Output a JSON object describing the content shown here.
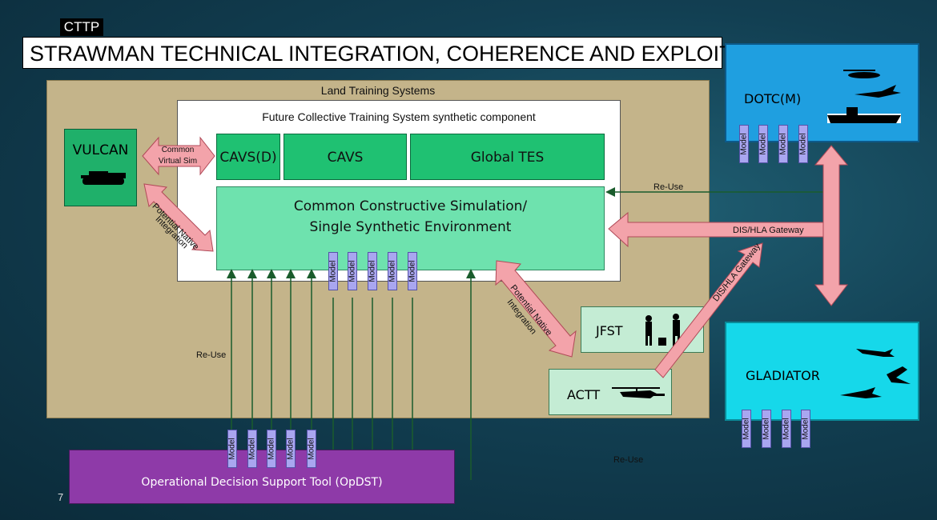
{
  "header": {
    "tag": "CTTP",
    "title": "STRAWMAN TECHNICAL INTEGRATION, COHERENCE AND EXPLOITATION"
  },
  "land": {
    "label": "Land Training Systems"
  },
  "future": {
    "label": "Future Collective Training System synthetic component"
  },
  "boxes": {
    "vulcan": "VULCAN",
    "cavsd": "CAVS(D)",
    "cavs": "CAVS",
    "global_tes": "Global TES",
    "ccs_line1": "Common Constructive Simulation/",
    "ccs_line2": "Single Synthetic Environment",
    "dotc": "DOTC(M)",
    "gladiator": "GLADIATOR",
    "jfst": "JFST",
    "actt": "ACTT",
    "opdst": "Operational Decision Support Tool (OpDST)"
  },
  "arrows": {
    "common_virtual_sim_1": "Common",
    "common_virtual_sim_2": "Virtual Sim",
    "potential_native_1": "Potential Native",
    "potential_native_2": "Integration",
    "dis_hla_gateway": "DIS/HLA Gateway",
    "re_use": "Re-Use"
  },
  "model_label": "Model",
  "page_number": "7",
  "colors": {
    "green": "#1fc172",
    "mint": "#6ee2ae",
    "pink_arrow": "#f3a3aa",
    "model_box": "#a9a6f0",
    "connector": "#1a5c2c"
  }
}
